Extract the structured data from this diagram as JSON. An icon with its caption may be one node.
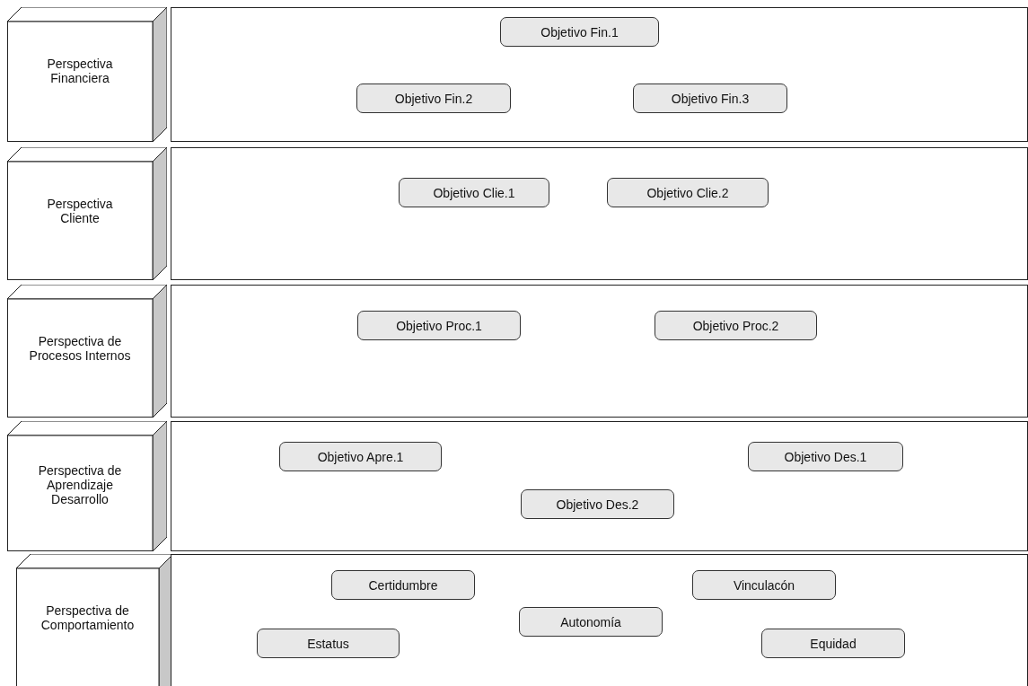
{
  "diagram": {
    "nodes": [
      {
        "text": [
          "Perspectiva Financiera"
        ]
      },
      {
        "text": [],
        "shape": "box"
      },
      {
        "text": [
          "Objetivo Fin.1"
        ],
        "in": 1
      },
      {
        "text": [
          "Objetivo Fin.2"
        ],
        "in": 1
      },
      {
        "text": [
          "Objetivo Fin.3"
        ],
        "in": 1
      },
      {
        "text": [
          "Perspectiva Cliente"
        ]
      },
      {
        "text": [],
        "shape": "box"
      },
      {
        "text": [
          "Objetivo Clie.1"
        ],
        "in": 6
      },
      {
        "text": [
          "Objetivo Clie.2"
        ],
        "in": 6
      },
      {
        "text": [
          "Perspectiva de Procesos Internos"
        ]
      },
      {
        "text": [],
        "shape": "box"
      },
      {
        "text": [
          "Objetivo Proc.1"
        ],
        "in": 10
      },
      {
        "text": [
          "Objetivo Proc.2"
        ],
        "in": 10
      },
      {
        "text": [
          "Perspectiva de Aprendizaje Desarrollo"
        ]
      },
      {
        "text": [],
        "shape": "box"
      },
      {
        "text": [
          "Objetivo Apre.1"
        ],
        "in": 14
      },
      {
        "text": [
          "Objetivo Des.1"
        ],
        "in": 14
      },
      {
        "text": [
          "Objetivo Des.2"
        ],
        "in": 14
      },
      {
        "text": [
          "Perspectiva de Comportamiento"
        ]
      },
      {
        "text": [],
        "shape": "box"
      },
      {
        "text": [
          "Certidumbre"
        ],
        "in": 19
      },
      {
        "text": [
          "Vinculacón"
        ],
        "in": 19
      },
      {
        "text": [
          "Autonomía"
        ],
        "in": 19
      },
      {
        "text": [
          "Estatus"
        ],
        "in": 19
      },
      {
        "text": [
          "Equidad"
        ],
        "in": 19
      }
    ]
  }
}
